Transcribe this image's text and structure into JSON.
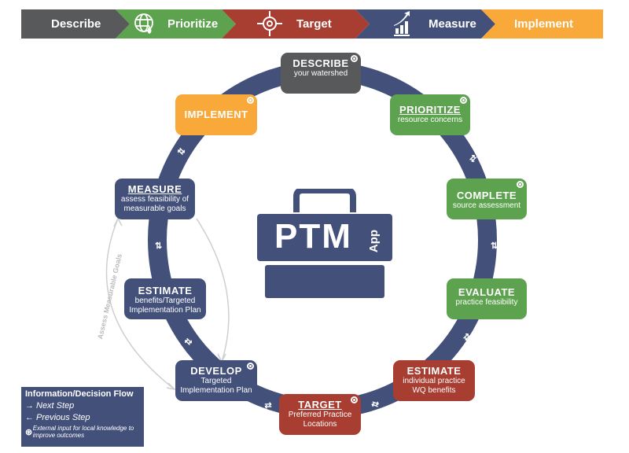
{
  "banner": {
    "steps": [
      {
        "label": "Describe",
        "color": "#58595b",
        "icon": "none"
      },
      {
        "label": "Prioritize",
        "color": "#5da24f",
        "icon": "globe-water-drop-icon"
      },
      {
        "label": "Target",
        "color": "#a83e32",
        "icon": "crosshair-icon"
      },
      {
        "label": "Measure",
        "color": "#43507a",
        "icon": "bar-chart-growth-icon"
      },
      {
        "label": "Implement",
        "color": "#f9a93a",
        "icon": "none"
      }
    ]
  },
  "cycle": {
    "ring_color": "#43507a",
    "steps": [
      {
        "title": "DESCRIBE",
        "subtitle": "your watershed",
        "color": "#58595b",
        "external_input": true,
        "underlined": false
      },
      {
        "title": "PRIORITIZE",
        "subtitle": "resource concerns",
        "color": "#5da24f",
        "external_input": true,
        "underlined": true
      },
      {
        "title": "COMPLETE",
        "subtitle": "source assessment",
        "color": "#5da24f",
        "external_input": true,
        "underlined": false
      },
      {
        "title": "EVALUATE",
        "subtitle": "practice feasibility",
        "color": "#5da24f",
        "external_input": false,
        "underlined": false
      },
      {
        "title": "ESTIMATE",
        "subtitle": "individual practice WQ benefits",
        "subtitle_lines": [
          "individual practice",
          "WQ benefits"
        ],
        "color": "#a83e32",
        "external_input": false,
        "underlined": false
      },
      {
        "title": "TARGET",
        "subtitle_lines": [
          "Preferred Practice",
          "Locations"
        ],
        "color": "#a83e32",
        "external_input": true,
        "underlined": true
      },
      {
        "title": "DEVELOP",
        "subtitle_lines": [
          "Targeted",
          "Implementation Plan"
        ],
        "color": "#43507a",
        "external_input": true,
        "underlined": false
      },
      {
        "title": "ESTIMATE",
        "subtitle_lines": [
          "benefits/Targeted",
          "Implementation Plan"
        ],
        "color": "#43507a",
        "external_input": false,
        "underlined": false
      },
      {
        "title": "MEASURE",
        "subtitle_lines": [
          "assess feasibility of",
          "measurable goals"
        ],
        "color": "#43507a",
        "external_input": false,
        "underlined": true
      },
      {
        "title": "IMPLEMENT",
        "color": "#f9a93a",
        "external_input": true,
        "underlined": false
      }
    ],
    "side_loop_label": "Assess Measurable Goals"
  },
  "center_logo": {
    "text": "PTM",
    "app_text": "App",
    "color": "#43507a"
  },
  "legend": {
    "title": "Information/Decision Flow",
    "items": [
      {
        "icon": "arrow-right-icon",
        "glyph": "→",
        "label": "Next Step"
      },
      {
        "icon": "arrow-left-icon",
        "glyph": "←",
        "label": "Previous Step"
      },
      {
        "icon": "gear-icon",
        "glyph": "⊛",
        "label": "External input for local knowledge to improve outcomes"
      }
    ]
  },
  "arrows": {
    "bidirectional": "⇅"
  }
}
